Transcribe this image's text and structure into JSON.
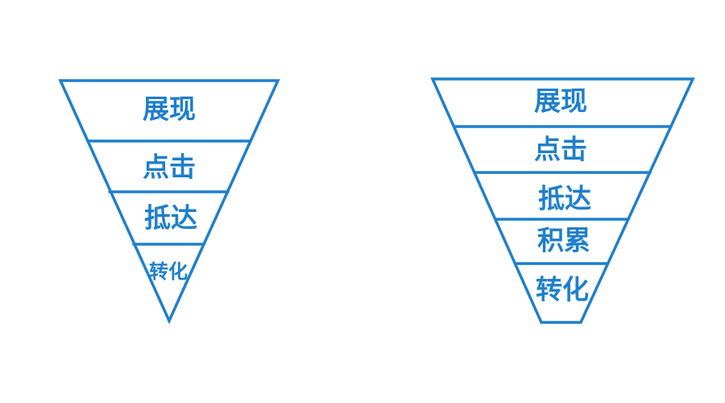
{
  "diagrams": [
    {
      "stages": [
        "展现",
        "点击",
        "抵达",
        "转化"
      ]
    },
    {
      "stages": [
        "展现",
        "点击",
        "抵达",
        "积累",
        "转化"
      ]
    }
  ],
  "colors": {
    "stroke": "#1f7fcb",
    "text": "#1f7fcb",
    "background": "#ffffff"
  }
}
